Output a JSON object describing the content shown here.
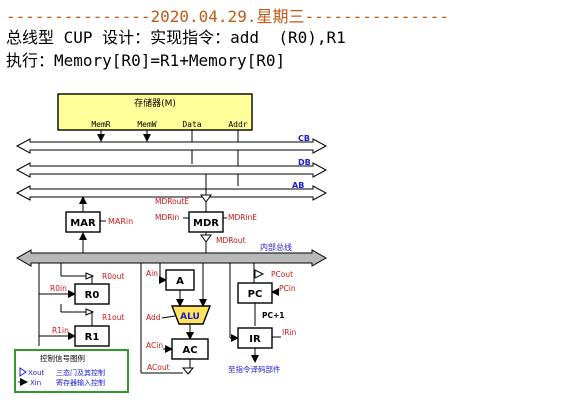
{
  "header": {
    "date_line": "---------------2020.04.29.星期三---------------",
    "desc_line": "总线型 CUP 设计：实现指令：add  (R0),R1",
    "exec_line": "执行：Memory[R0]=R1+Memory[R0]"
  },
  "memory": {
    "title": "存储器(M)",
    "ports": [
      "MemR",
      "MemW",
      "Data",
      "Addr"
    ]
  },
  "buses": {
    "cb": "CB",
    "db": "DB",
    "ab": "AB",
    "internal": "内部总线"
  },
  "registers": {
    "mar": "MAR",
    "mdr": "MDR",
    "r0": "R0",
    "r1": "R1",
    "a": "A",
    "alu": "ALU",
    "ac": "AC",
    "pc": "PC",
    "ir": "IR"
  },
  "signals": {
    "mar_in": "MARin",
    "mdr_out_e": "MDRoutE",
    "mdr_in": "MDRin",
    "mdr_in_e": "MDRinE",
    "mdr_out": "MDRout",
    "r0_out": "R0out",
    "r0_in": "R0in",
    "r1_out": "R1out",
    "r1_in": "R1in",
    "a_in": "Ain",
    "add": "Add",
    "ac_in": "ACin",
    "ac_out": "ACout",
    "pc_out": "PCout",
    "pc_in": "PCin",
    "pc_plus": "PC+1",
    "ir_in": "IRin",
    "to_decoder": "至指令译码部件"
  },
  "legend": {
    "title": "控制信号图例",
    "row1_signal": "Xout",
    "row1_desc": "三态门及其控制",
    "row2_signal": "Xin",
    "row2_desc": "寄存器输入控制"
  },
  "colors": {
    "signal_red": "#d11414",
    "bus_label_blue": "#1a1ad6",
    "date_orange": "#c05a16",
    "memory_fill": "#ffff99",
    "alu_fill": "#ffe45c",
    "legend_border": "#2e9a2e",
    "internal_bus_fill": "#b8b8b8"
  }
}
